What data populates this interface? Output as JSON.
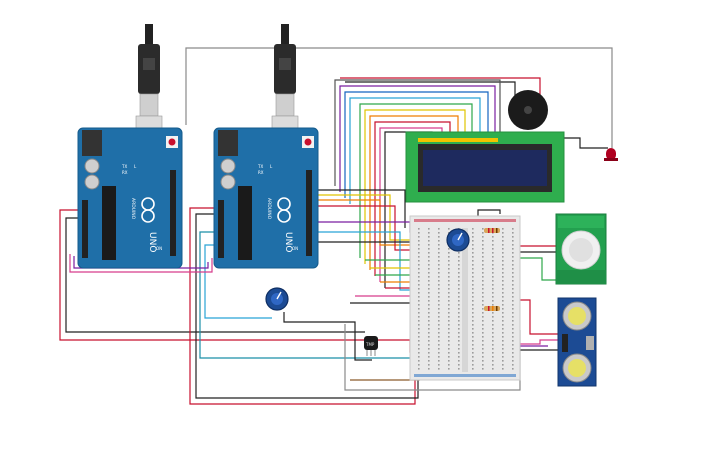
{
  "circuit": {
    "arduino_board_1": {
      "logo": "UNO",
      "brand": "ARDUINO",
      "tx_label": "TX",
      "rx_label": "RX",
      "l_label": "L",
      "on_label": "ON"
    },
    "arduino_board_2": {
      "logo": "UNO",
      "brand": "ARDUINO",
      "tx_label": "TX",
      "rx_label": "RX",
      "l_label": "L",
      "on_label": "ON"
    },
    "temp_sensor": {
      "label": "TMP"
    },
    "colors": {
      "arduino_blue": "#1f6fa8",
      "breadboard": "#e9e9e9",
      "lcd_green": "#2fae4e",
      "lcd_screen": "#1e2a5e",
      "pir_green": "#23a04f",
      "ultrasonic_blue": "#1c4b94",
      "wire_red": "#c8102e",
      "wire_black": "#222222",
      "wire_gray": "#8a8a8a"
    }
  }
}
